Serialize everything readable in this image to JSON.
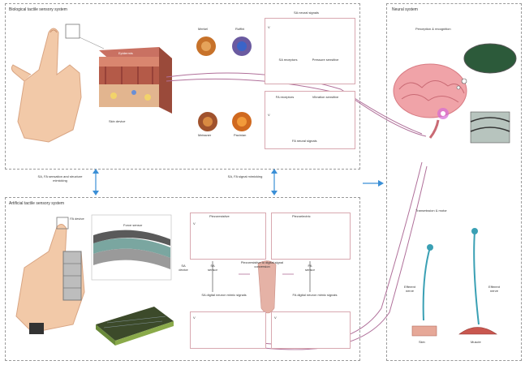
{
  "panels": {
    "bio_title": "Biological tactile sensory system",
    "art_title": "Artificial tactile sensory system",
    "neural_title": "Neural system"
  },
  "bio": {
    "skin_label": "Epidermis",
    "skin_device": "Skin device",
    "receptors_top": [
      "Merkel",
      "Ruffini"
    ],
    "receptors_bottom": [
      "Meissner",
      "Pacinian"
    ],
    "sa_title": "SA neural signals",
    "sa_receptors": "SA receptors",
    "pressure_sensitive": "Pressure sensitive",
    "fa_receptors": "FA receptors",
    "vibration_sensitive": "Vibration sensitive",
    "fa_title": "FA neural signals",
    "v_label": "V"
  },
  "middle": {
    "left_note": "SA, FA sensation and structure mimicking",
    "right_note": "SA, FA signal mimicking"
  },
  "art": {
    "device_label": "FA device",
    "sensor_label": "Force sensor",
    "piezoresistive": "Piezoresistive",
    "piezoelectric": "Piezoelectric",
    "sa_device": "SA device",
    "sa_sensor": "SA sensor",
    "converter": "Piezoresistive to digital signal conversion",
    "fa_sensor": "FA sensor",
    "sa_mimic": "SA digital neuron mimic signals",
    "fa_mimic": "FA digital neuron mimic signals",
    "v_label": "V"
  },
  "neural": {
    "perception": "Perception & recognition",
    "transmission": "Transmission & motor",
    "efferent": "Efferent nerve",
    "efferent2": "Efferent nerve",
    "skin": "Skin",
    "muscle": "Muscle"
  },
  "colors": {
    "accent_blue": "#3a8fd6",
    "nerve_pink": "#b0709a",
    "box_border": "#d8a8b0"
  }
}
